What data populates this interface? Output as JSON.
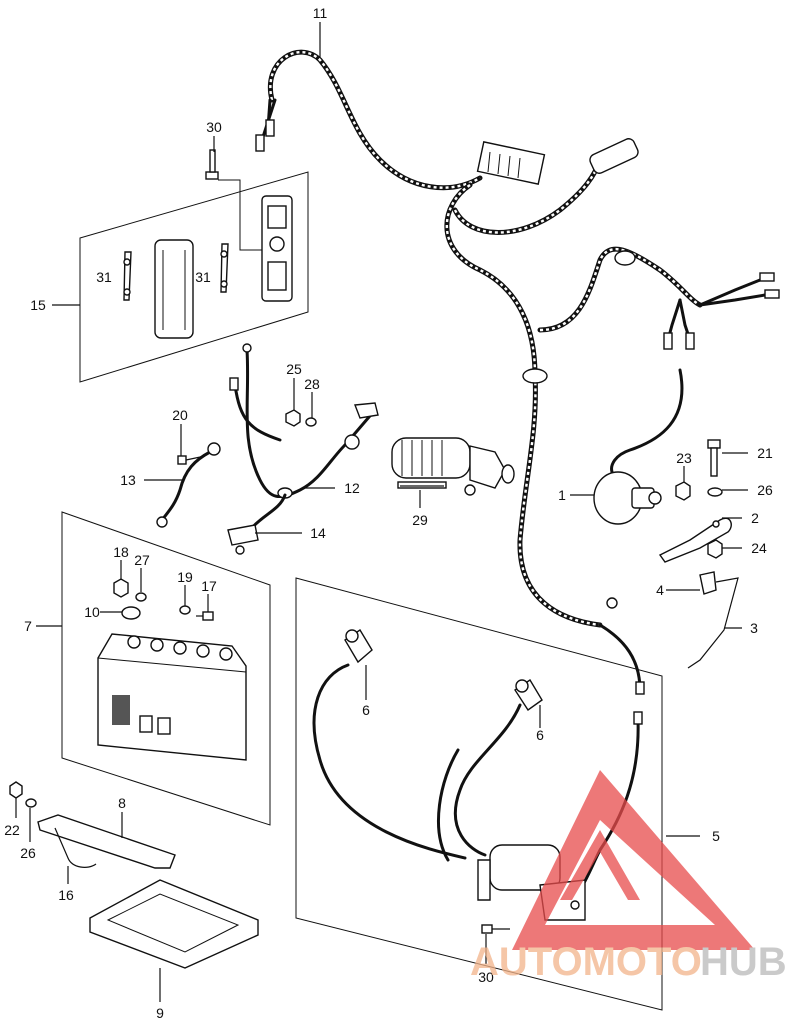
{
  "callouts": {
    "c11": "11",
    "c30a": "30",
    "c15": "15",
    "c31a": "31",
    "c31b": "31",
    "c25": "25",
    "c28": "28",
    "c20": "20",
    "c13": "13",
    "c12": "12",
    "c14": "14",
    "c29": "29",
    "c21": "21",
    "c23": "23",
    "c26a": "26",
    "c1": "1",
    "c2": "2",
    "c24": "24",
    "c4": "4",
    "c3": "3",
    "c18": "18",
    "c27": "27",
    "c19": "19",
    "c17": "17",
    "c10": "10",
    "c7": "7",
    "c6a": "6",
    "c6b": "6",
    "c5": "5",
    "c22": "22",
    "c26b": "26",
    "c8": "8",
    "c16": "16",
    "c9": "9",
    "c30b": "30"
  },
  "watermark": {
    "part1": "AUTOMOTO",
    "part2": "HUB",
    "color_triangle": "#e84c4c"
  }
}
